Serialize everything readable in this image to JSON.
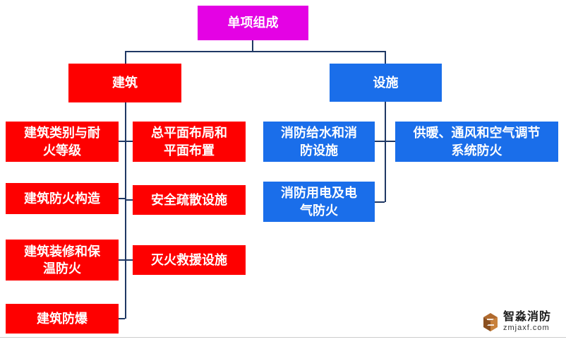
{
  "diagram": {
    "root": {
      "label": "单项组成"
    },
    "building": {
      "label": "建筑",
      "left": [
        "建筑类别与耐火等级",
        "建筑防火构造",
        "建筑装修和保温防火",
        "建筑防爆"
      ],
      "right": [
        "总平面布局和平面布置",
        "安全疏散设施",
        "灭火救援设施"
      ]
    },
    "facilities": {
      "label": "设施",
      "left": [
        "消防给水和消防设施",
        "消防用电及电气防火"
      ],
      "right": [
        "供暖、通风和空气调节系统防火"
      ]
    }
  },
  "palette": {
    "root_bg": "#E402E4",
    "building_bg": "#FE0000",
    "facilities_bg": "#1A6EEA",
    "connector": "#1F3864",
    "node_text": "#FFFFFF"
  },
  "watermark": {
    "name": "智淼消防",
    "site": "zmjaxf.com"
  }
}
